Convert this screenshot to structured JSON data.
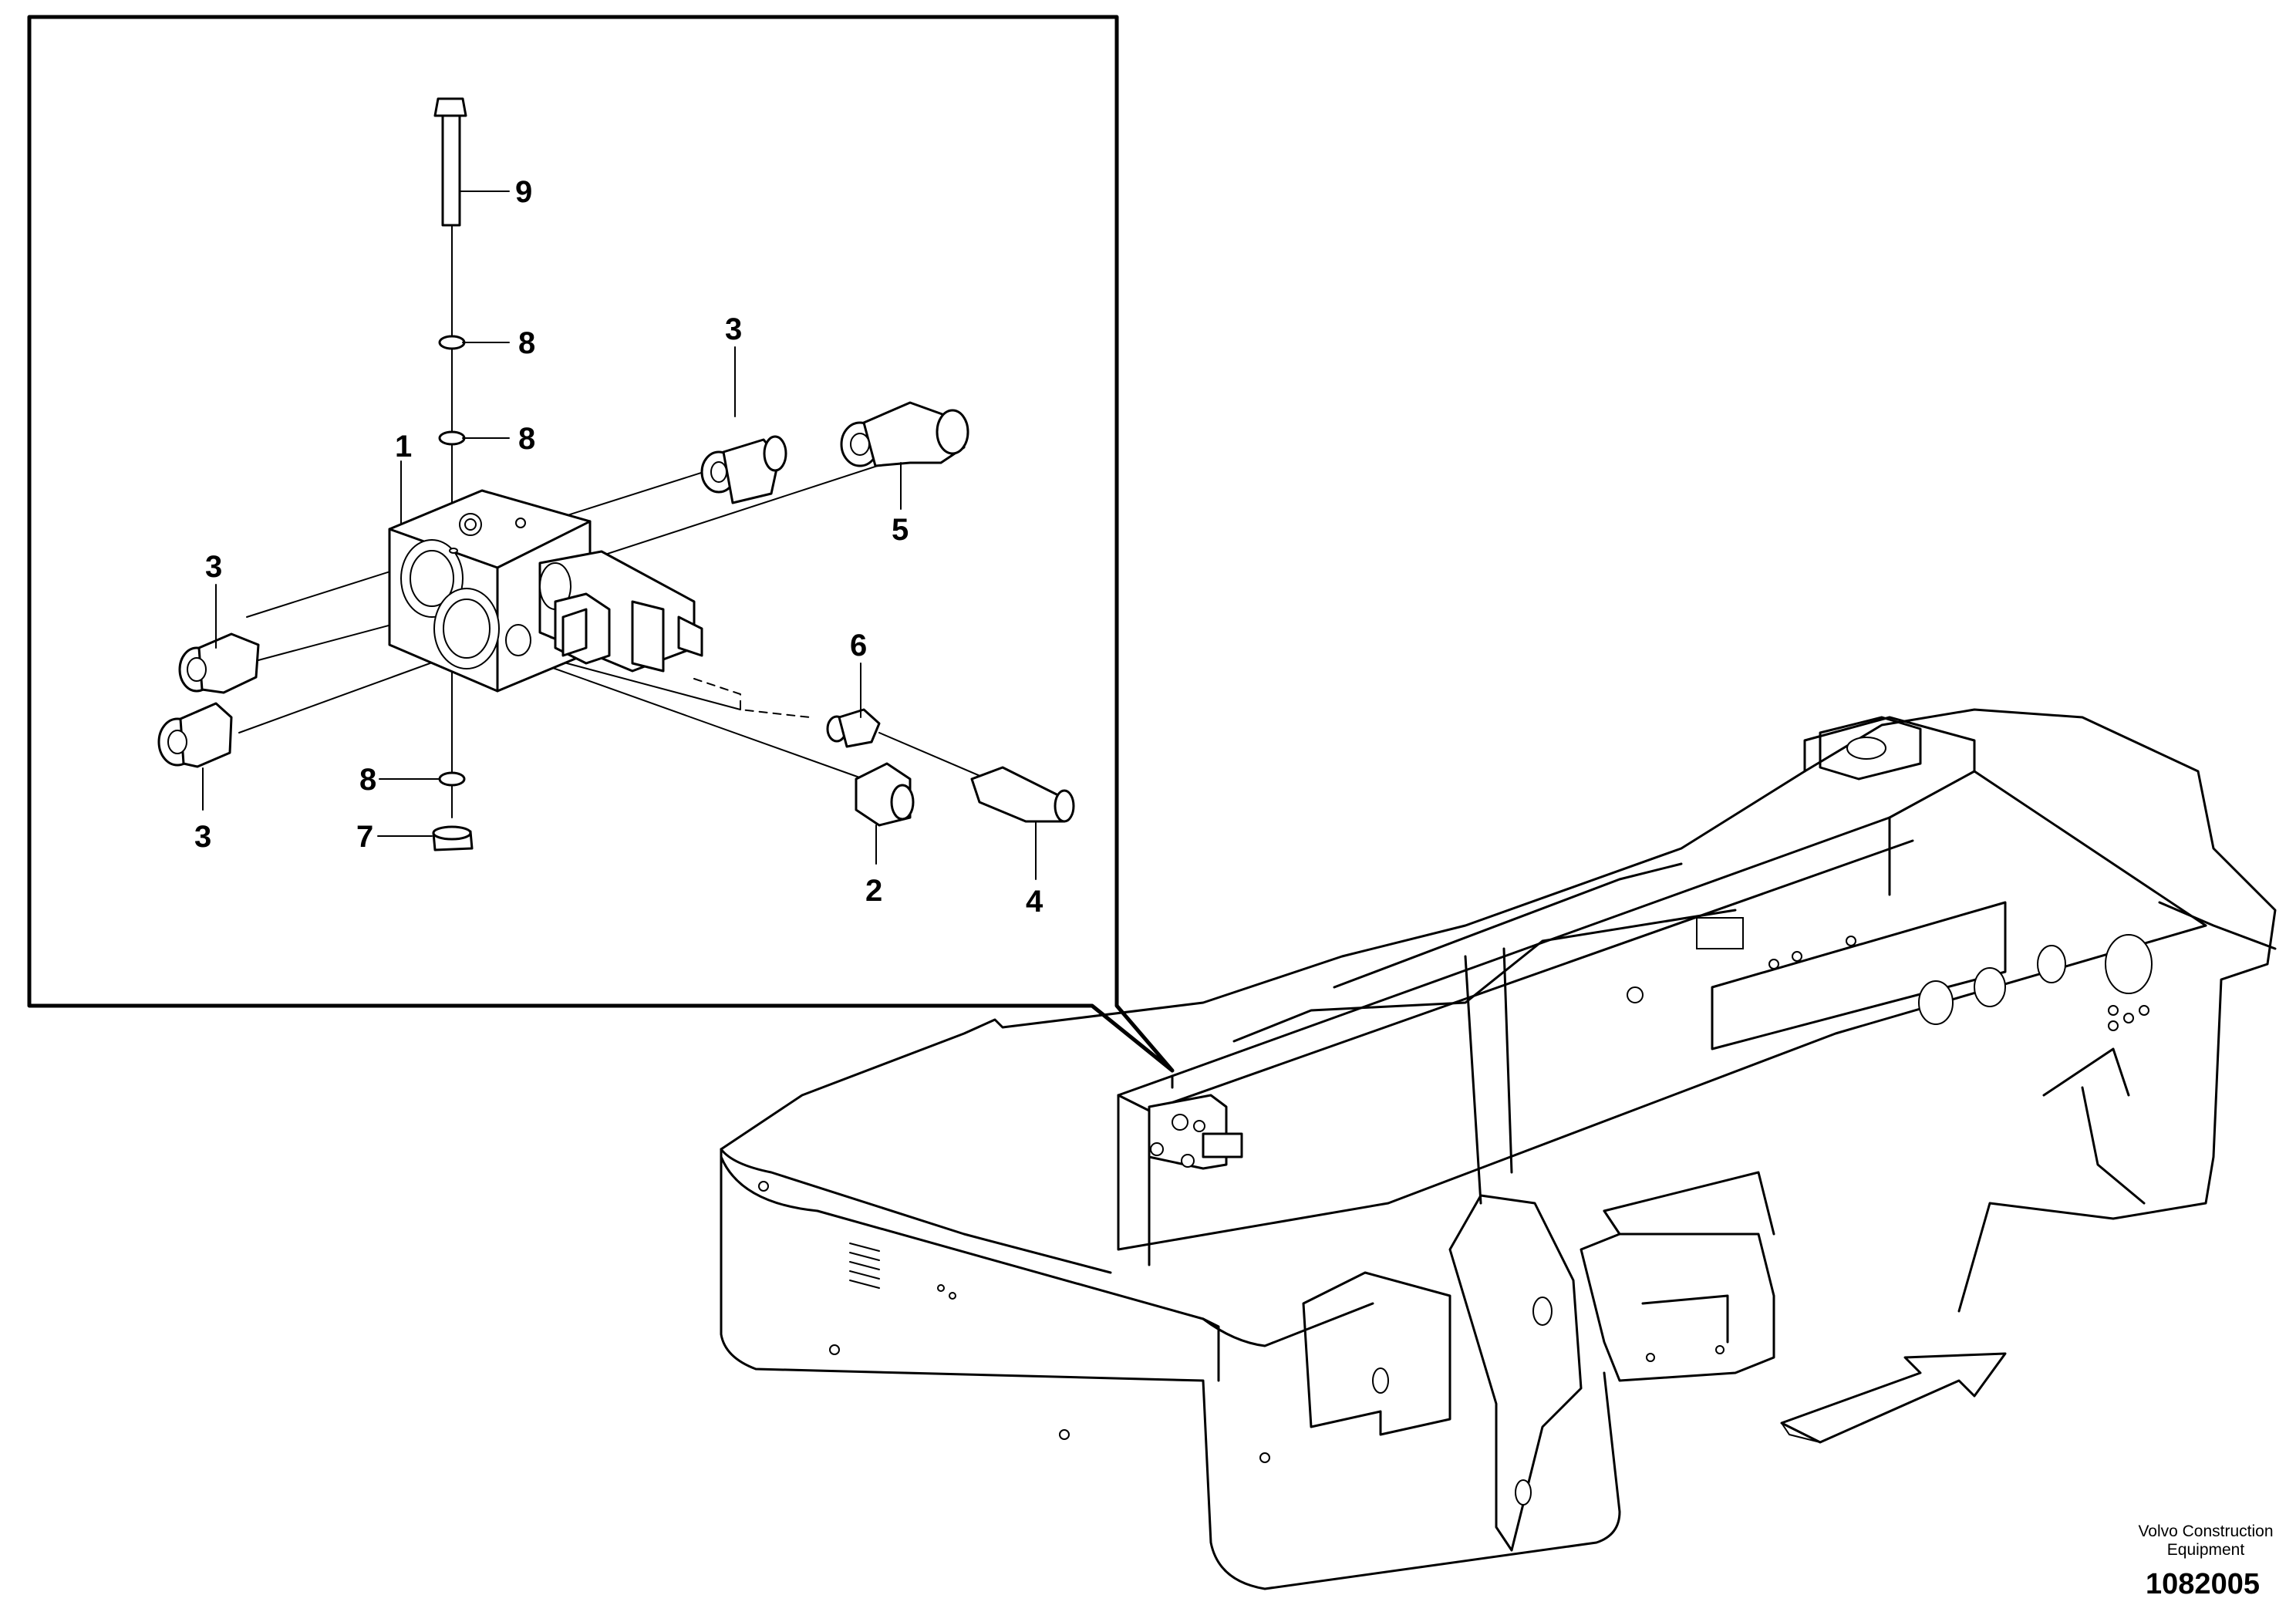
{
  "diagram": {
    "callouts": [
      {
        "id": "c1",
        "label": "1"
      },
      {
        "id": "c2",
        "label": "2"
      },
      {
        "id": "c3a",
        "label": "3"
      },
      {
        "id": "c3b",
        "label": "3"
      },
      {
        "id": "c3c",
        "label": "3"
      },
      {
        "id": "c4",
        "label": "4"
      },
      {
        "id": "c5",
        "label": "5"
      },
      {
        "id": "c6",
        "label": "6"
      },
      {
        "id": "c7",
        "label": "7"
      },
      {
        "id": "c8a",
        "label": "8"
      },
      {
        "id": "c8b",
        "label": "8"
      },
      {
        "id": "c8c",
        "label": "8"
      },
      {
        "id": "c9",
        "label": "9"
      }
    ],
    "brand_line1": "Volvo Construction",
    "brand_line2": "Equipment",
    "document_number": "1082005",
    "line_color": "#000000",
    "background_color": "#ffffff"
  }
}
